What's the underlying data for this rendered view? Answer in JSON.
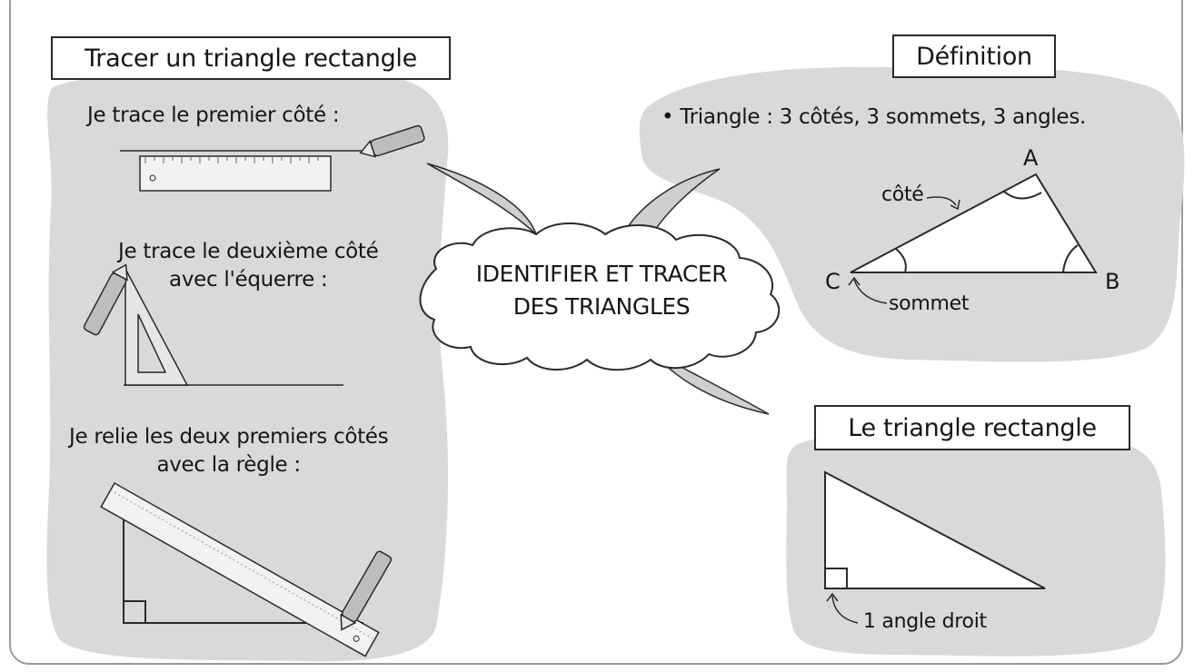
{
  "colors": {
    "blob": "#d9d9d9",
    "ink": "#2a2a2a",
    "tool": "#bdbdbd"
  },
  "center": {
    "line1": "IDENTIFIER ET TRACER",
    "line2": "DES TRIANGLES"
  },
  "left": {
    "title": "Tracer un triangle rectangle",
    "step1": "Je trace le premier côté :",
    "step2": [
      "Je trace le deuxième côté",
      "avec l'équerre :"
    ],
    "step3": [
      "Je relie les deux premiers côtés",
      "avec la règle :"
    ]
  },
  "definition": {
    "title": "Définition",
    "bullet": "• Triangle : 3 côtés, 3 sommets, 3 angles.",
    "vertices": {
      "a": "A",
      "b": "B",
      "c": "C"
    },
    "side_label": "côté",
    "vertex_label": "sommet"
  },
  "right_triangle": {
    "title": "Le triangle rectangle",
    "angle_label": "1 angle droit"
  },
  "icons": [
    "ruler-icon",
    "pencil-icon",
    "set-square-icon",
    "right-angle-icon",
    "cloud-icon"
  ]
}
